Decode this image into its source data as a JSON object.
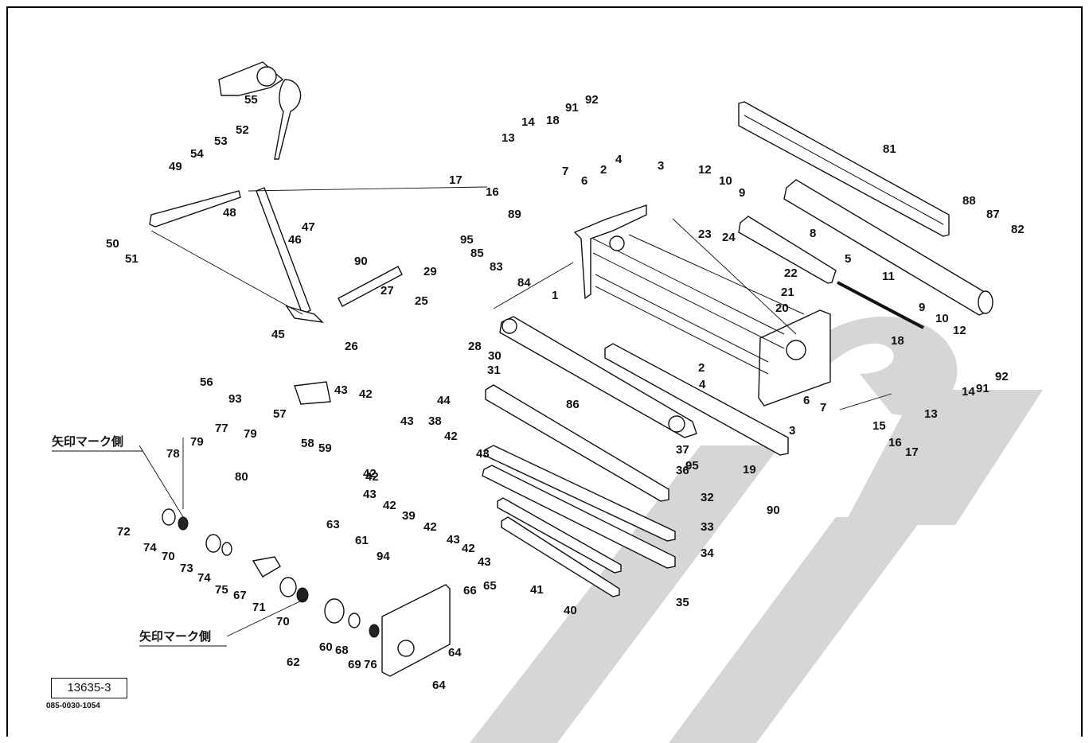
{
  "diagram": {
    "callouts": [
      "1",
      "2",
      "3",
      "4",
      "5",
      "6",
      "7",
      "8",
      "9",
      "10",
      "11",
      "12",
      "13",
      "14",
      "15",
      "16",
      "17",
      "18",
      "19",
      "20",
      "21",
      "22",
      "23",
      "24",
      "25",
      "26",
      "27",
      "28",
      "29",
      "30",
      "31",
      "32",
      "33",
      "34",
      "35",
      "36",
      "37",
      "38",
      "39",
      "40",
      "41",
      "42",
      "43",
      "44",
      "45",
      "46",
      "47",
      "48",
      "49",
      "50",
      "51",
      "52",
      "53",
      "54",
      "55",
      "56",
      "57",
      "58",
      "59",
      "60",
      "61",
      "62",
      "63",
      "64",
      "65",
      "66",
      "67",
      "68",
      "69",
      "70",
      "71",
      "72",
      "73",
      "74",
      "75",
      "76",
      "77",
      "78",
      "79",
      "80",
      "81",
      "82",
      "83",
      "84",
      "85",
      "86",
      "87",
      "88",
      "89",
      "90",
      "91",
      "92",
      "93",
      "94",
      "95"
    ],
    "side_label": "矢印マーク側",
    "drawing_number": "13635-3",
    "part_code": "085-0030-1054",
    "colors": {
      "line": "#111111",
      "watermark": "#d6d6d6",
      "background": "#ffffff"
    }
  }
}
